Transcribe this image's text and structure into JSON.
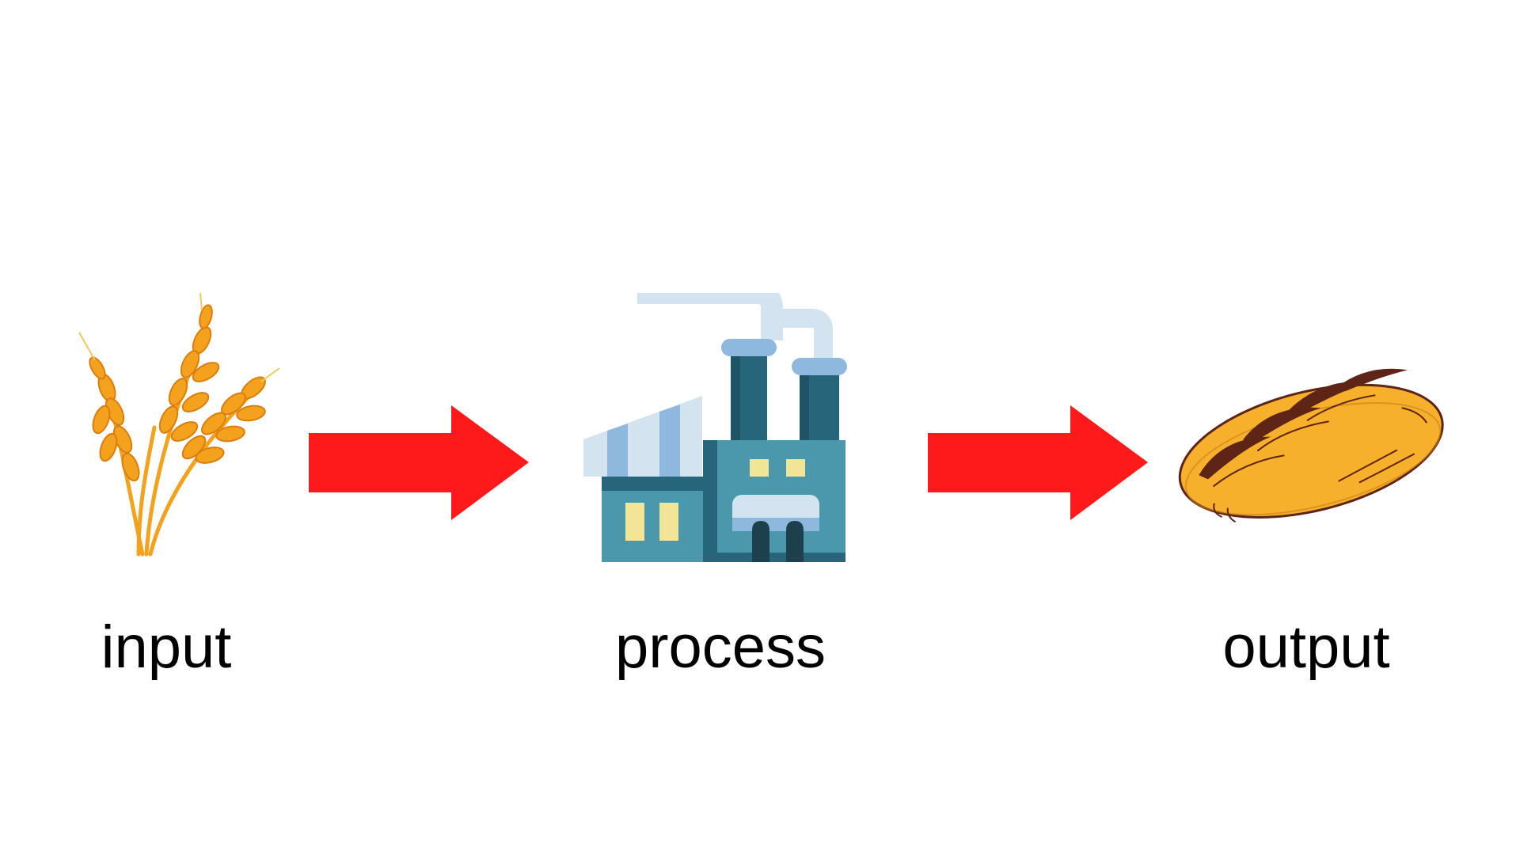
{
  "diagram": {
    "steps": [
      {
        "label": "input",
        "icon": "wheat-icon"
      },
      {
        "label": "process",
        "icon": "factory-icon"
      },
      {
        "label": "output",
        "icon": "bread-icon"
      }
    ],
    "colors": {
      "arrow": "#fe1a1a",
      "wheat": "#f4a21e",
      "factory_body": "#4b97ac",
      "factory_dark": "#27667a",
      "factory_light": "#d3e3f0",
      "factory_stripe": "#8fb8de",
      "window": "#f3e596",
      "bread": "#f7b02b",
      "bread_crust": "#5e2416"
    }
  }
}
